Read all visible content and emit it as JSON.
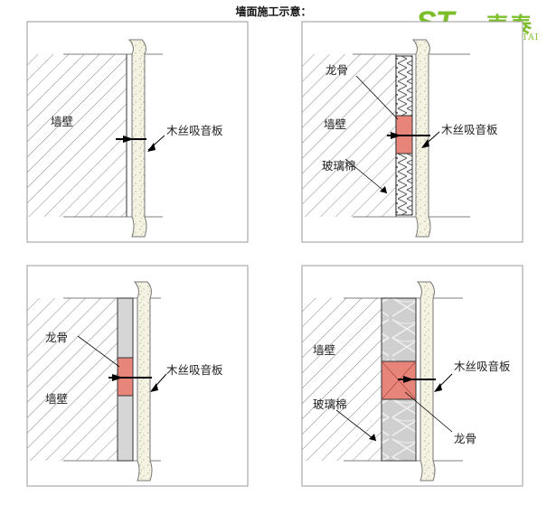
{
  "header": {
    "title": "墙面施工示意："
  },
  "logo": {
    "mark": "ST.",
    "name_cn": "声泰",
    "name_en": "SHENGTAI"
  },
  "panels": [
    {
      "labels": {
        "wall": "墙壁",
        "panel": "木丝吸音板"
      }
    },
    {
      "labels": {
        "keel": "龙骨",
        "wall": "墙壁",
        "panel": "木丝吸音板",
        "glass_wool": "玻璃棉"
      }
    },
    {
      "labels": {
        "keel": "龙骨",
        "wall": "墙壁",
        "panel": "木丝吸音板"
      }
    },
    {
      "labels": {
        "wall": "墙壁",
        "panel": "木丝吸音板",
        "glass_wool": "玻璃棉",
        "keel": "龙骨"
      }
    }
  ],
  "colors": {
    "frame": "#999999",
    "board": "#f4f2e2",
    "keel": "#e8857a",
    "insulation": "#cfcfcf",
    "hatch": "#888888",
    "logo": "#7cbf2a"
  }
}
